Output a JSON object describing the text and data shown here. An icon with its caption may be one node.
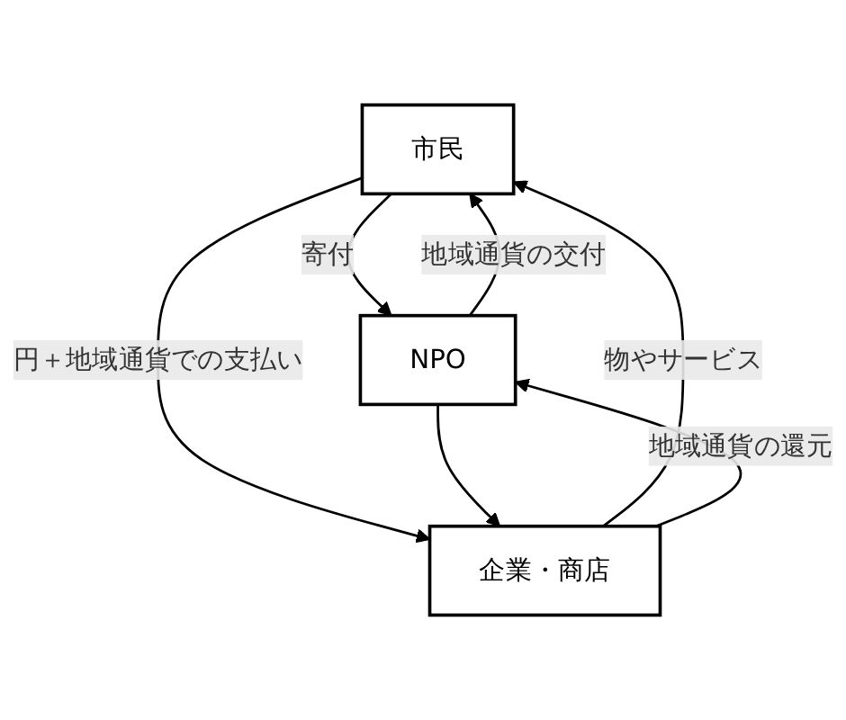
{
  "diagram": {
    "nodes": [
      {
        "text": [
          "市民"
        ]
      },
      {
        "text": [
          "NPO"
        ]
      },
      {
        "text": [
          "企業・商店"
        ]
      }
    ],
    "edges": [
      {
        "from": 0,
        "to": 1,
        "arrow": "to",
        "label": "寄付"
      },
      {
        "from": 1,
        "to": 0,
        "arrow": "to",
        "label": "地域通貨の交付"
      },
      {
        "from": 2,
        "to": 0,
        "arrow": "to",
        "label": "物やサービス"
      },
      {
        "from": 0,
        "to": 2,
        "arrow": "to",
        "label": "円＋地域通貨での支払い"
      },
      {
        "from": 1,
        "to": 2,
        "arrow": "to"
      },
      {
        "from": 2,
        "to": 1,
        "arrow": "to",
        "label": "地域通貨の還元"
      }
    ]
  }
}
